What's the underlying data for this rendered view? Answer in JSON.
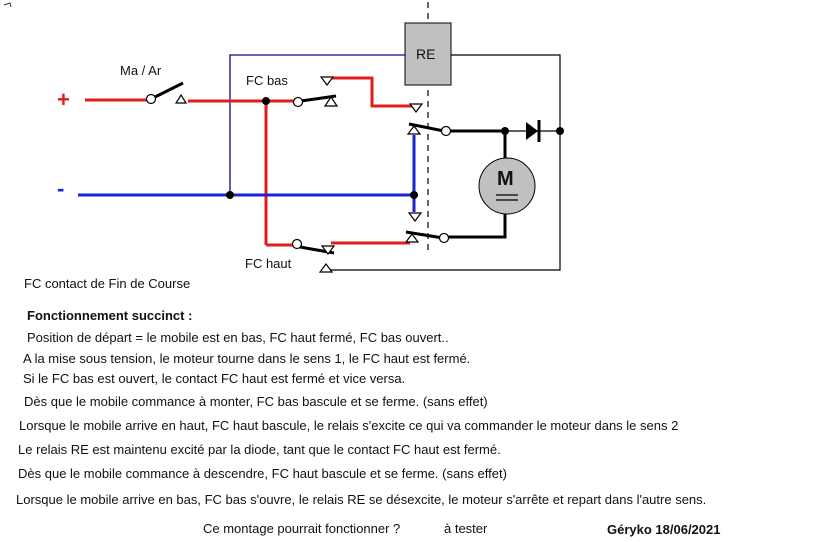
{
  "diagram": {
    "type": "electrical schematic",
    "colors": {
      "positive_wire": "#e31b1b",
      "negative_wire": "#1a24d6",
      "relay_link_wire": "#0a0a8a",
      "motor_wire": "#000000",
      "relay_fill": "#c0c0c0",
      "motor_fill": "#c0c0c0"
    },
    "terminals": {
      "positive": "+",
      "negative": "-"
    },
    "labels": {
      "main_switch": "Ma / Ar",
      "fc_bas": "FC bas",
      "fc_haut": "FC haut",
      "relay": "RE",
      "motor": "M"
    }
  },
  "text": {
    "legend": "FC contact de Fin de Course",
    "heading": "Fonctionnement succinct :",
    "lines": [
      "Position de départ = le mobile est en bas, FC haut fermé, FC bas ouvert..",
      "A la mise sous tension, le moteur tourne dans le sens 1, le FC haut est fermé.",
      "Si le FC bas est ouvert, le contact FC haut est  fermé et vice versa.",
      "Dès que le mobile commance à monter, FC bas bascule et se ferme.  (sans effet)",
      "Lorsque le mobile arrive en haut, FC haut bascule, le relais s'excite ce qui va commander le moteur dans le sens 2",
      "Le relais RE est maintenu excité par la diode, tant que le contact FC haut est fermé.",
      "Dès que le mobile commance à descendre, FC haut bascule et se ferme.  (sans effet)",
      "Lorsque le mobile arrive en bas, FC bas s'ouvre, le relais RE se désexcite, le moteur s'arrête et repart dans l'autre sens."
    ],
    "question": "Ce montage pourrait fonctionner ?",
    "test_note": "à tester",
    "signature": "Géryko 18/06/2021"
  }
}
